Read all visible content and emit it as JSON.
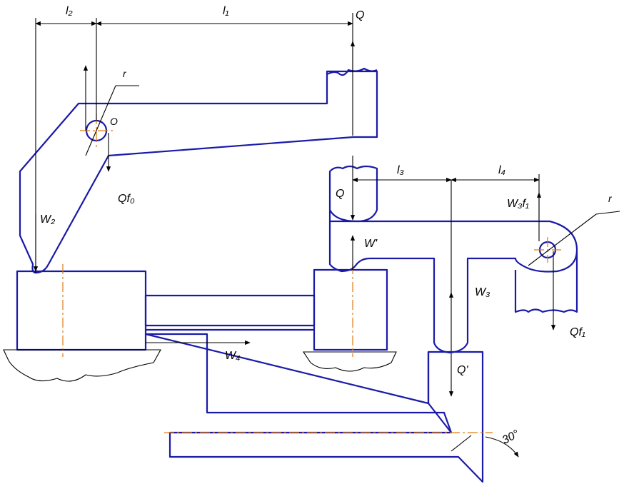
{
  "labels": {
    "l1": "l₁",
    "l2": "l₂",
    "l3": "l₃",
    "l4": "l₄",
    "Q_top": "Q",
    "Q_mid": "Q",
    "Q_prime": "Q'",
    "W2": "W₂",
    "W_prime": "W'",
    "W3": "W₃",
    "W4": "W₄",
    "W3f1": "W₃f₁",
    "Qf0": "Qf₀",
    "Qf1": "Qf₁",
    "O": "O",
    "r_left": "r",
    "r_right": "r",
    "angle": "30°"
  },
  "colors": {
    "part": "#1a1aa8",
    "axis": "#e07a10",
    "line": "#000000"
  }
}
